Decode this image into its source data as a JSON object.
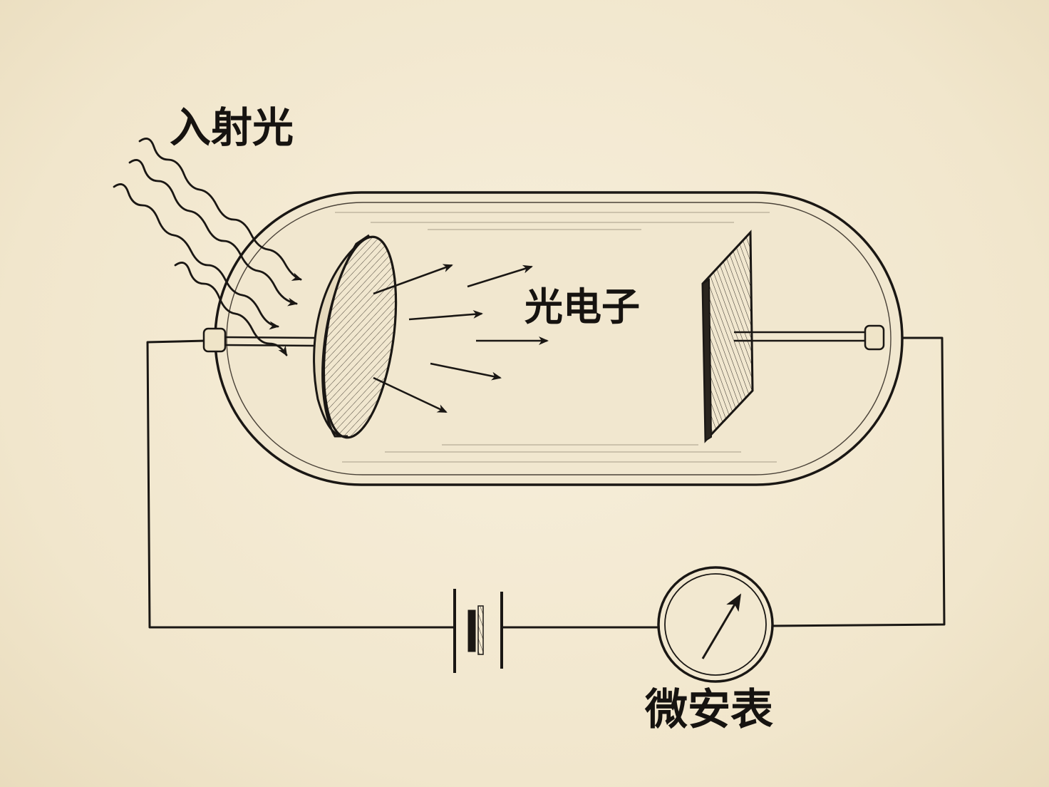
{
  "labels": {
    "incident_light": "入射光",
    "photoelectrons": "光电子",
    "microammeter": "微安表"
  },
  "colors": {
    "paper": "#f3e9d2",
    "ink": "#1a1714",
    "glass": "#efe5cc"
  }
}
